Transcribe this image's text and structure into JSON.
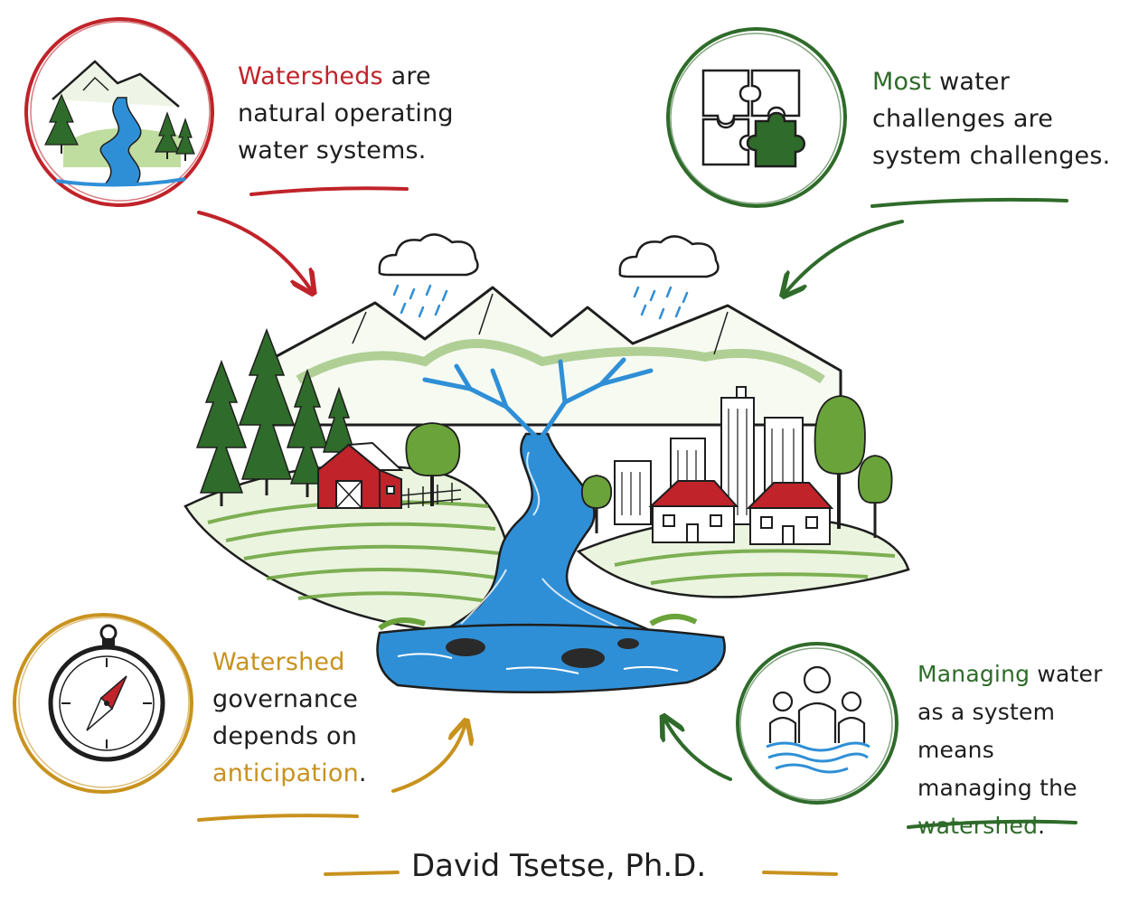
{
  "notes": {
    "watersheds": {
      "highlight": "Watersheds",
      "rest1": " are",
      "line2": "natural operating",
      "line3": "water systems.",
      "color": "#c0232a"
    },
    "challenges": {
      "highlight": "Most",
      "rest1": " water",
      "line2": "challenges are",
      "line3": "system challenges.",
      "color": "#2f6b2a"
    },
    "governance": {
      "highlight": "Watershed",
      "line2": "governance",
      "line3": "depends on",
      "line4_highlight": "anticipation",
      "line4_rest": ".",
      "color": "#c8921e"
    },
    "managing": {
      "highlight": "Managing",
      "rest1": " water",
      "line2": "as a system means",
      "line3": "managing the",
      "line4_highlight": "watershed",
      "line4_rest": ".",
      "color": "#2f6b2a"
    }
  },
  "icons": {
    "top_left": "mountain-stream-icon",
    "top_right": "puzzle-icon",
    "bottom_left": "compass-icon",
    "bottom_right": "people-water-icon"
  },
  "author": "David Tsetse, Ph.D.",
  "colors": {
    "red": "#c0232a",
    "green": "#2f6b2a",
    "gold": "#c8921e",
    "water": "#2f8fd6",
    "grass": "#6aa33a",
    "ink": "#1e1e1e"
  }
}
